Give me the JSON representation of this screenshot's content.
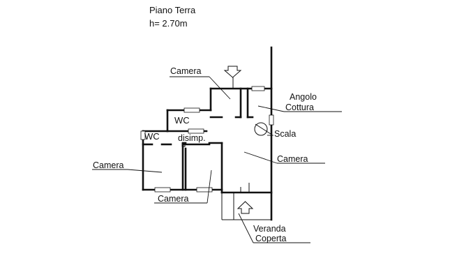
{
  "header": {
    "title": "Piano Terra",
    "height": "h= 2.70m"
  },
  "rooms": {
    "camera_top": "Camera",
    "angolo": "Angolo",
    "cottura": "Cottura",
    "wc_upper": "WC",
    "wc_left": "WC",
    "disimp": "disimp.",
    "scala": "Scala",
    "camera_right": "Camera",
    "camera_left": "Camera",
    "camera_bottom": "Camera",
    "veranda": "Veranda",
    "coperta": "Coperta"
  }
}
